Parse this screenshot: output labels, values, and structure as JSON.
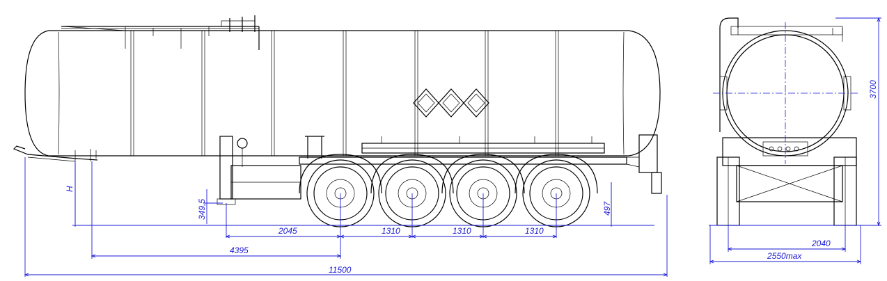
{
  "side_view": {
    "dimensions": {
      "overall_length": "11500",
      "kingpin_to_axle": "4395",
      "leg_to_axle": "2045",
      "axle_spacing_1": "1310",
      "axle_spacing_2": "1310",
      "axle_spacing_3": "1310",
      "fifth_wheel_height": "H",
      "leg_height": "349,5",
      "rear_height": "497"
    }
  },
  "rear_view": {
    "dimensions": {
      "height": "3700",
      "track_width": "2040",
      "max_width": "2550max"
    }
  },
  "colors": {
    "dimension": "#1a1ad6",
    "drawing": "#000000"
  }
}
